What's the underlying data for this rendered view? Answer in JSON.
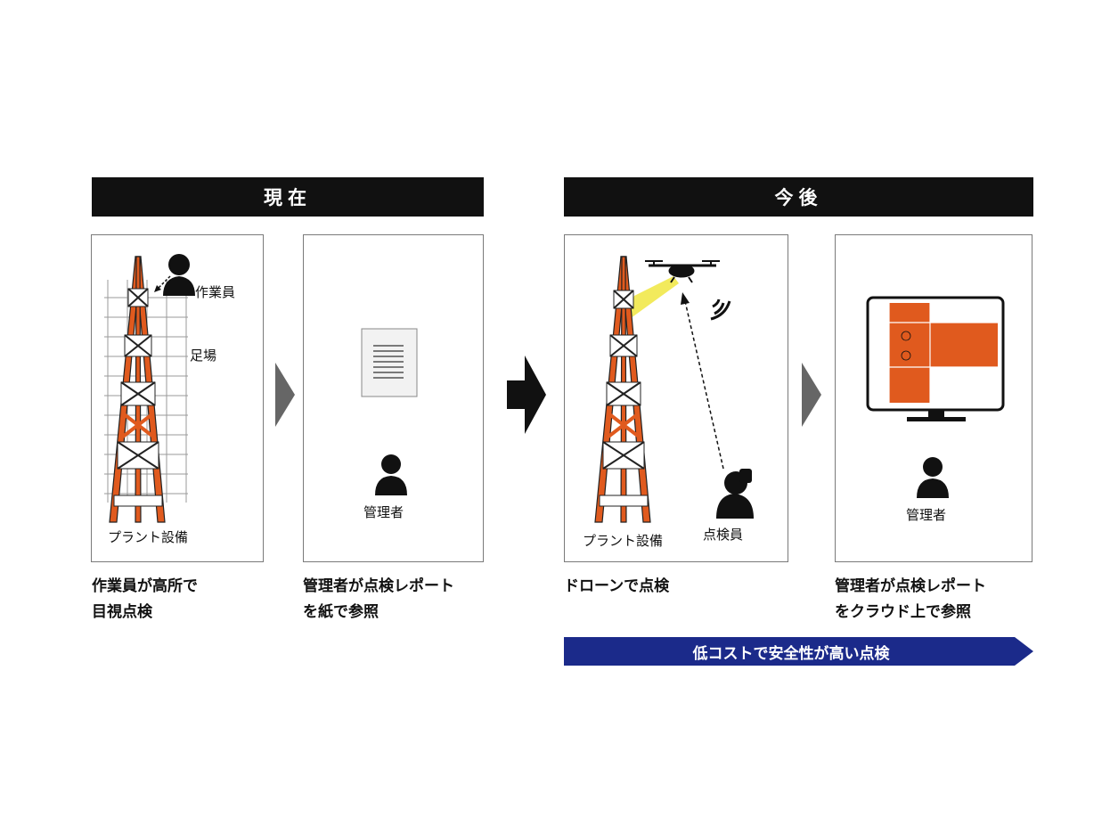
{
  "headers": {
    "current": "現在",
    "future": "今後"
  },
  "panel1": {
    "worker_label": "作業員",
    "scaffold_label": "足場",
    "plant_label": "プラント設備"
  },
  "panel2": {
    "manager_label": "管理者"
  },
  "panel3": {
    "plant_label": "プラント設備",
    "inspector_label": "点検員"
  },
  "panel4": {
    "manager_label": "管理者"
  },
  "captions": {
    "c1": [
      "作業員が高所で",
      "目視点検"
    ],
    "c2": [
      "管理者が点検レポート",
      "を紙で参照"
    ],
    "c3": [
      "ドローンで点検"
    ],
    "c4": [
      "管理者が点検レポート",
      "をクラウド上で参照"
    ]
  },
  "banner": {
    "text": "低コストで安全性が高い点検"
  },
  "colors": {
    "accent": "#e05a1e",
    "banner": "#1b2a8a",
    "header": "#111111",
    "arrow_gray": "#666666",
    "beam_yellow": "#f2ea5c"
  },
  "icons": [
    "person-icon",
    "document-icon",
    "drone-icon",
    "signal-icon",
    "monitor-icon",
    "tower-icon"
  ]
}
